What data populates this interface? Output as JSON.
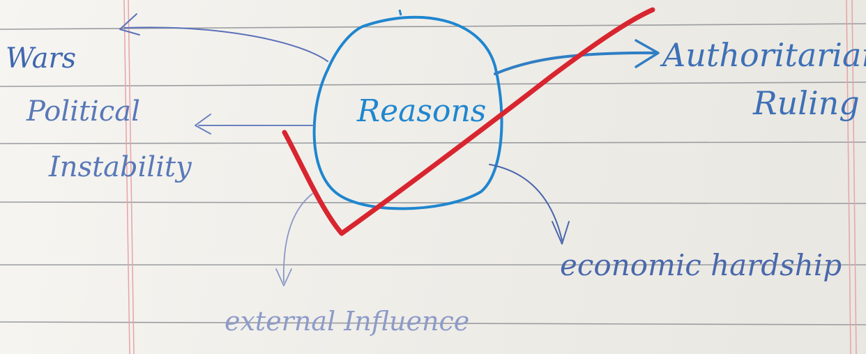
{
  "diagram": {
    "center": "Reasons",
    "branches": {
      "wars": "Wars",
      "political": "Political",
      "instability": "Instability",
      "authoritarian": "Authoritarian",
      "ruling": "Ruling",
      "economic": "economic hardship",
      "external": "external Influence"
    }
  },
  "colors": {
    "ink_blue": "#1f86cf",
    "pen_blue": "#3d70b6",
    "check_red": "#d8252f",
    "ruled_line": "#9a9ca0",
    "margin_line": "#e7a3a8"
  }
}
